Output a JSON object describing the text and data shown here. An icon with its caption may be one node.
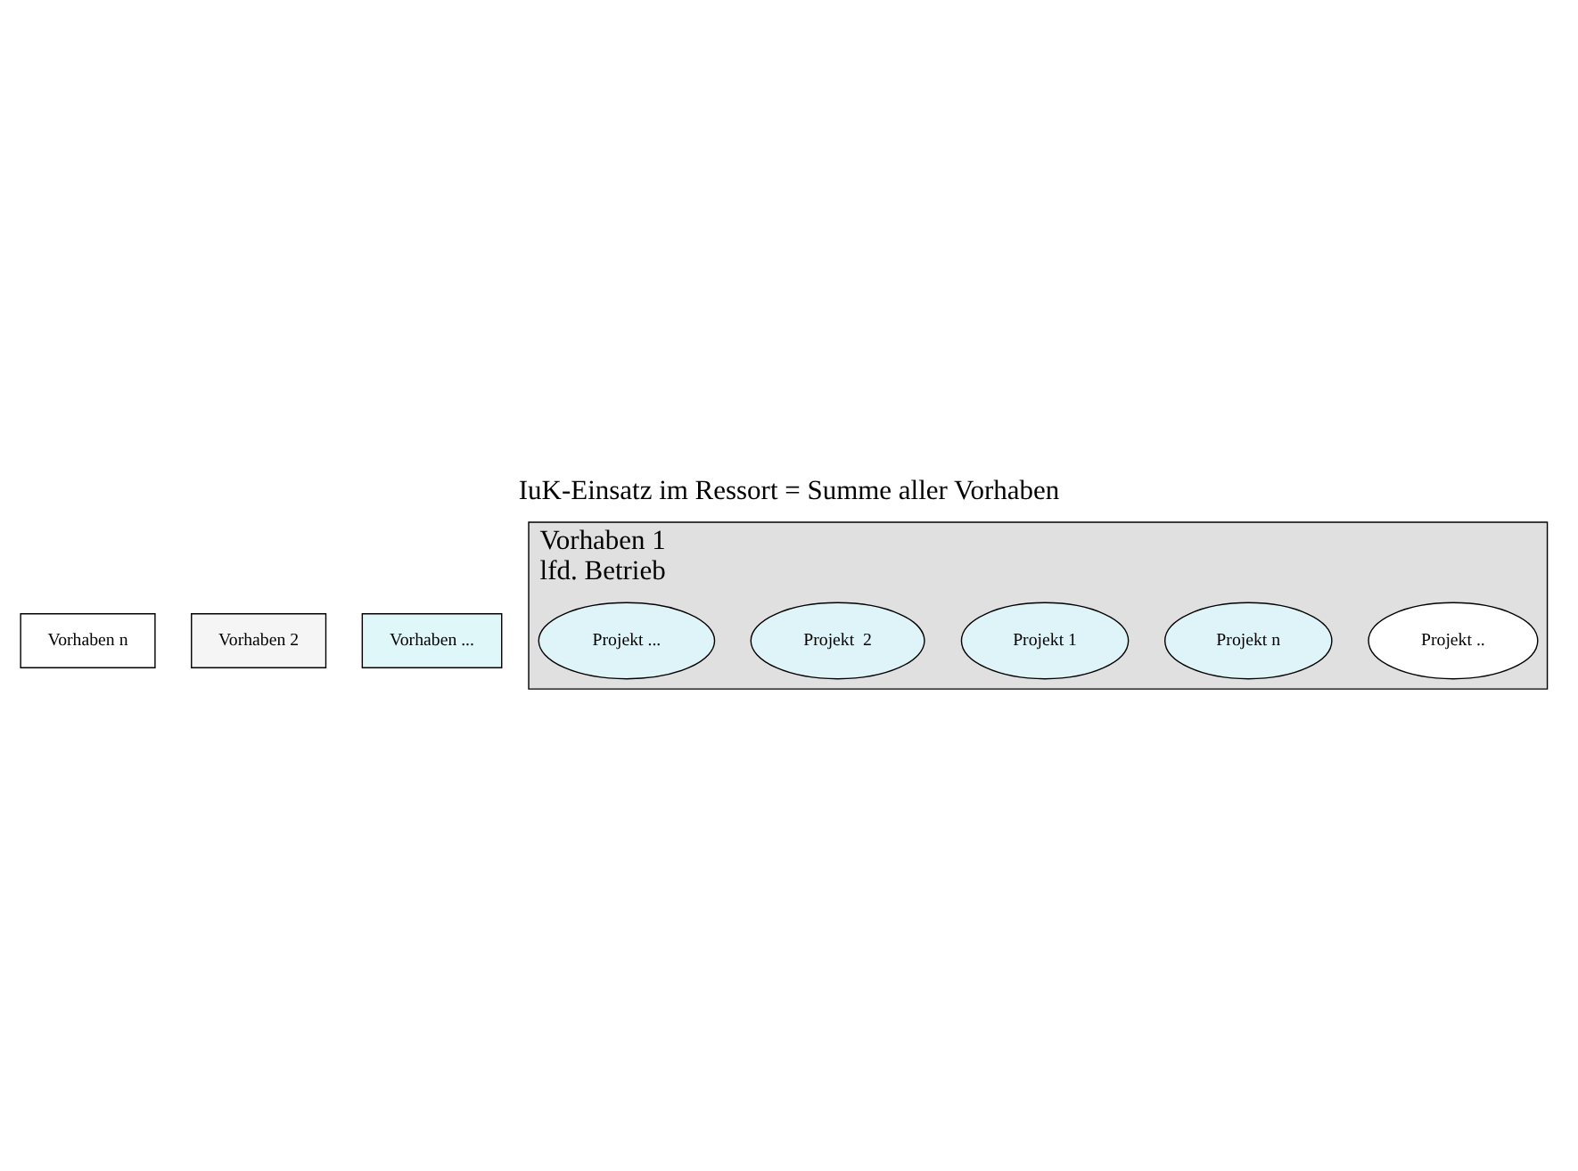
{
  "diagram": {
    "title": "IuK-Einsatz im Ressort = Summe aller Vorhaben",
    "nodes": [
      {
        "text": [
          "Vorhaben n"
        ]
      },
      {
        "text": [
          "Vorhaben 2"
        ]
      },
      {
        "text": [
          "Vorhaben ..."
        ]
      },
      {
        "text": [
          "Vorhaben 1",
          "lfd. Betrieb"
        ]
      },
      {
        "text": [
          "Projekt .."
        ],
        "in": 3
      },
      {
        "text": [
          "Projekt n"
        ],
        "in": 3
      },
      {
        "text": [
          "Projekt 1"
        ],
        "in": 3
      },
      {
        "text": [
          "Projekt  2"
        ],
        "in": 3
      },
      {
        "text": [
          "Projekt ..."
        ],
        "in": 3
      }
    ]
  }
}
